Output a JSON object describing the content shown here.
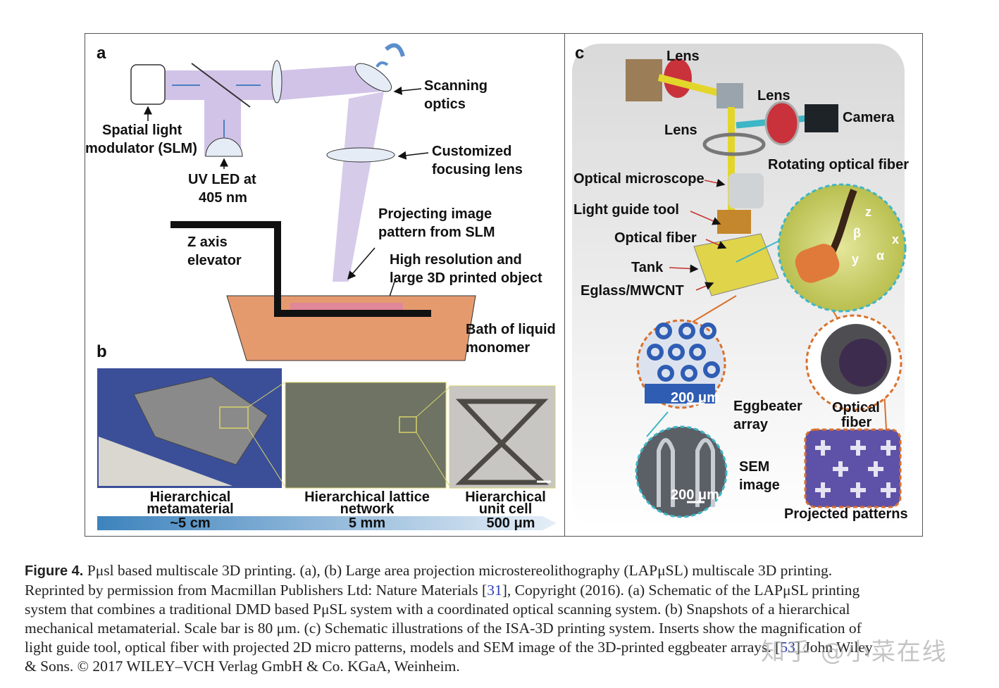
{
  "figure": {
    "panel_a": {
      "letter": "a",
      "slm_label_1": "Spatial light",
      "slm_label_2": "modulator (SLM)",
      "uv_label_1": "UV LED at",
      "uv_label_2": "405 nm",
      "scan_label_1": "Scanning",
      "scan_label_2": "optics",
      "lens_label_1": "Customized",
      "lens_label_2": "focusing lens",
      "proj_label_1": "Projecting image",
      "proj_label_2": "pattern from SLM",
      "z_label_1": "Z axis",
      "z_label_2": "elevator",
      "obj_label_1": "High resolution and",
      "obj_label_2": "large 3D printed object",
      "bath_label_1": "Bath of liquid",
      "bath_label_2": "monomer"
    },
    "panel_b": {
      "letter": "b",
      "cap1_1": "Hierarchical",
      "cap1_2": "metamaterial",
      "cap2_1": "Hierarchical lattice",
      "cap2_2": "network",
      "cap3_1": "Hierarchical",
      "cap3_2": "unit cell",
      "scale1": "~5 cm",
      "scale2": "5 mm",
      "scale3": "500 μm"
    },
    "panel_c": {
      "letter": "c",
      "lens1": "Lens",
      "lens2": "Lens",
      "lens3": "Lens",
      "camera": "Camera",
      "rot_fiber": "Rotating optical fiber",
      "microscope": "Optical microscope",
      "light_guide": "Light guide tool",
      "optical_fiber": "Optical fiber",
      "tank": "Tank",
      "eglass": "Eglass/MWCNT",
      "ax_z": "z",
      "ax_x": "x",
      "ax_y": "y",
      "ax_beta": "β",
      "ax_alpha": "α",
      "scale_a": "200 μm",
      "scale_b": "200 μm",
      "eggbeater_1": "Eggbeater",
      "eggbeater_2": "array",
      "optfib_1": "Optical",
      "optfib_2": "fiber",
      "sem_1": "SEM",
      "sem_2": "image",
      "projected": "Projected patterns"
    }
  },
  "caption": {
    "fig_label": "Figure 4.",
    "line1": " Pμsl based multiscale 3D printing. (a), (b) Large area projection microstereolithography (LAPμSL) multiscale 3D printing.",
    "line2a": "Reprinted by permission from Macmillan Publishers Ltd: Nature Materials [",
    "ref1": "31",
    "line2b": "], Copyright (2016). (a) Schematic of the LAPμSL printing",
    "line3": "system that combines a traditional DMD based PμSL system with a coordinated optical scanning system. (b) Snapshots of a hierarchical",
    "line4": "mechanical metamaterial. Scale bar is 80 μm. (c) Schematic illustrations of the ISA-3D printing system. Inserts show the magnification of",
    "line5a": "light guide tool, optical fiber with projected 2D micro patterns, models and SEM image of the 3D-printed eggbeater arrays. [",
    "ref2": "53",
    "line5b": "] John Wiley",
    "line6": "& Sons. © 2017 WILEY–VCH Verlag GmbH & Co. KGaA, Weinheim."
  },
  "watermark": "知乎 @小菜在线",
  "colors": {
    "beam": "#c9b9e3",
    "bath": "#e59a6e",
    "elevator": "#111111",
    "ref": "#2a3fb4"
  }
}
